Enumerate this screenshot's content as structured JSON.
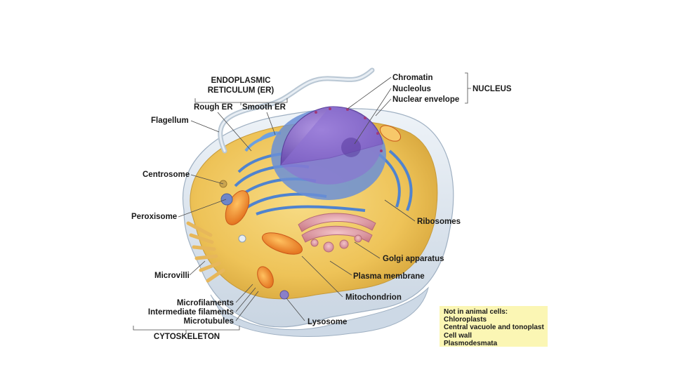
{
  "labels": {
    "er_heading_line1": "ENDOPLASMIC",
    "er_heading_line2": "RETICULUM (ER)",
    "rough_er": "Rough ER",
    "smooth_er": "Smooth ER",
    "flagellum": "Flagellum",
    "centrosome": "Centrosome",
    "peroxisome": "Peroxisome",
    "microvilli": "Microvilli",
    "microfilaments": "Microfilaments",
    "intermediate_filaments": "Intermediate filaments",
    "microtubules": "Microtubules",
    "cytoskeleton": "CYTOSKELETON",
    "chromatin": "Chromatin",
    "nucleolus": "Nucleolus",
    "nuclear_envelope": "Nuclear envelope",
    "nucleus": "NUCLEUS",
    "ribosomes": "Ribosomes",
    "golgi_apparatus": "Golgi apparatus",
    "plasma_membrane": "Plasma membrane",
    "mitochondrion": "Mitochondrion",
    "lysosome": "Lysosome"
  },
  "note_box": {
    "title": "Not in animal cells:",
    "items": [
      "Chloroplasts",
      "Central vacuole and tonoplast",
      "Cell wall",
      "Plasmodesmata"
    ]
  },
  "colors": {
    "note_background": "#fbf6b4",
    "cytoplasm": "#f2c95c",
    "membrane": "#dfe8f0",
    "nucleus": "#8e6fc9",
    "er": "#5b8fd6",
    "golgi": "#e7a3ad",
    "mitochondrion": "#f08a2a"
  }
}
